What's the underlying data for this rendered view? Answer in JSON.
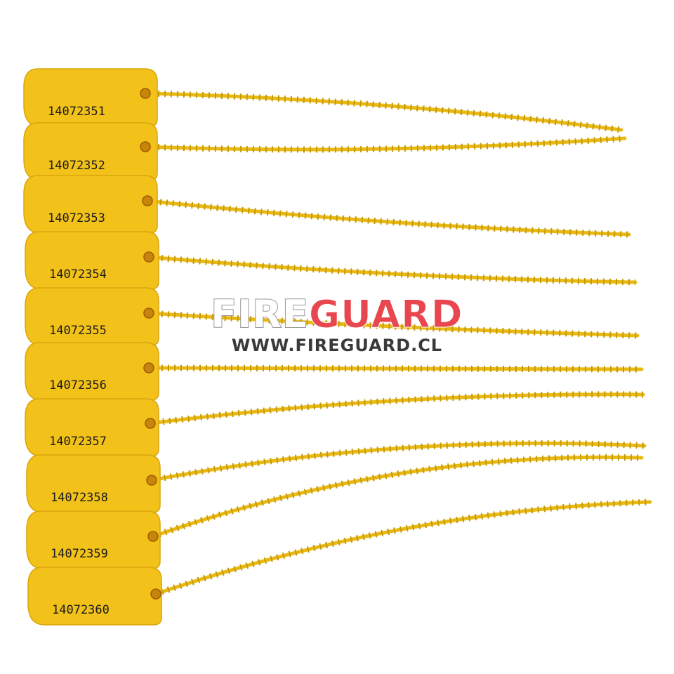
{
  "product": {
    "seal_color": "#f2c21a",
    "seal_shadow": "#d9a50c",
    "strap_color": "#e9b913",
    "seals": [
      {
        "serial": "14072351"
      },
      {
        "serial": "14072352"
      },
      {
        "serial": "14072353"
      },
      {
        "serial": "14072354"
      },
      {
        "serial": "14072355"
      },
      {
        "serial": "14072356"
      },
      {
        "serial": "14072357"
      },
      {
        "serial": "14072358"
      },
      {
        "serial": "14072359"
      },
      {
        "serial": "14072360"
      }
    ]
  },
  "watermark": {
    "brand_part1": "FIRE",
    "brand_part2": "GUARD",
    "url": "WWW.FIREGUARD.CL",
    "accent_color": "#e8474f"
  }
}
